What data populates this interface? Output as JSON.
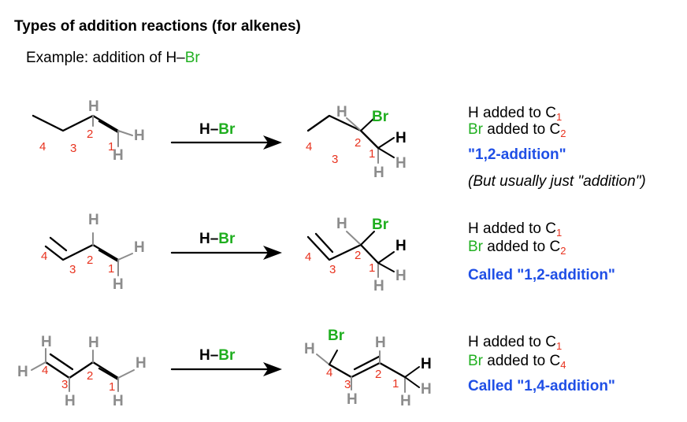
{
  "title": "Types of addition reactions (for alkenes)",
  "subtitle": {
    "prefix": "Example: addition of H–",
    "br": "Br"
  },
  "atoms": {
    "H": "H",
    "Br": "Br"
  },
  "reagent": {
    "h": "H–",
    "br": "Br"
  },
  "reactions": [
    {
      "desc1": {
        "text": "H added to C",
        "sub": "1"
      },
      "desc2": {
        "br": "Br",
        "text": " added to C",
        "sub": "2"
      },
      "called": "\"1,2-addition\"",
      "note": "(But usually just \"addition\")"
    },
    {
      "desc1": {
        "text": "H added to C",
        "sub": "1"
      },
      "desc2": {
        "br": "Br",
        "text": " added to C",
        "sub": "2"
      },
      "called": "Called \"1,2-addition\""
    },
    {
      "desc1": {
        "text": "H added to C",
        "sub": "1"
      },
      "desc2": {
        "br": "Br",
        "text": " added to C",
        "sub": "4"
      },
      "called": "Called \"1,4-addition\""
    }
  ],
  "colors": {
    "carbon_number": "#e8321e",
    "bromine": "#1fae1f",
    "called": "#1f4fe6",
    "hydrogen": "#8c8c8c"
  }
}
